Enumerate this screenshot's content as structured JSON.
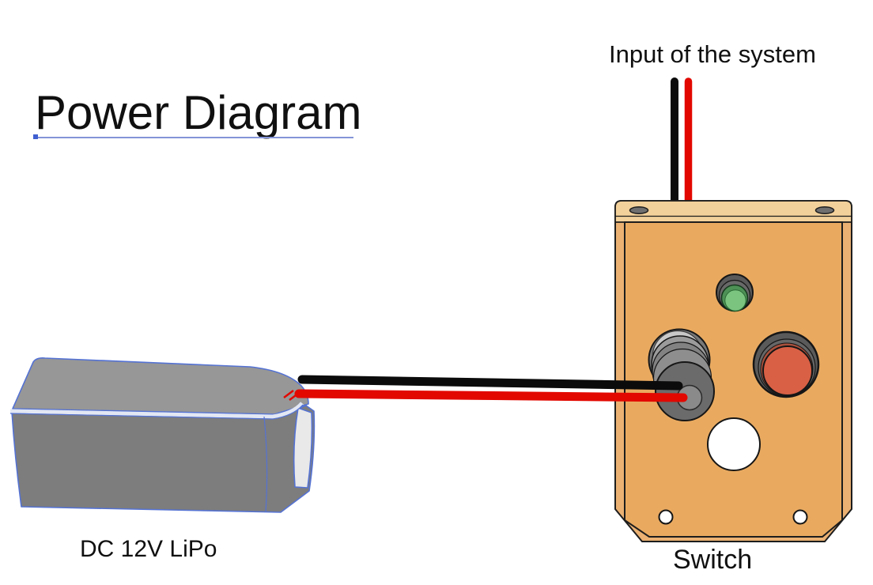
{
  "title": {
    "text": "Power Diagram"
  },
  "labels": {
    "input": "Input of the system",
    "battery": "DC 12V LiPo",
    "switch": "Switch"
  },
  "colors": {
    "background": "#ffffff",
    "text": "#101010",
    "title_underline": "#8494d8",
    "underline_dot": "#3f5fd0",
    "wire_black": "#0b0b0b",
    "wire_red": "#e20800",
    "enclosure_face": "#e9aa60",
    "enclosure_lid": "#f3d19a",
    "enclosure_side": "#eab173",
    "enclosure_outline": "#1d1d1d",
    "bezel_gray": "#5a5a5a",
    "button_green": "#7ac47f",
    "button_green_ring": "#4e9156",
    "button_red": "#d96045",
    "jack_front": "#6b6b6b",
    "jack_center": "#8a8a8a",
    "jack_light_top": "#c9c9c9",
    "screw_gray": "#6f6f6f",
    "battery_top": "#979797",
    "battery_front": "#7d7d7d",
    "battery_end": "#e9e9e9",
    "battery_outline": "#5472d3",
    "battery_highlight": "#e2e7f3",
    "hole_white": "#ffffff"
  }
}
